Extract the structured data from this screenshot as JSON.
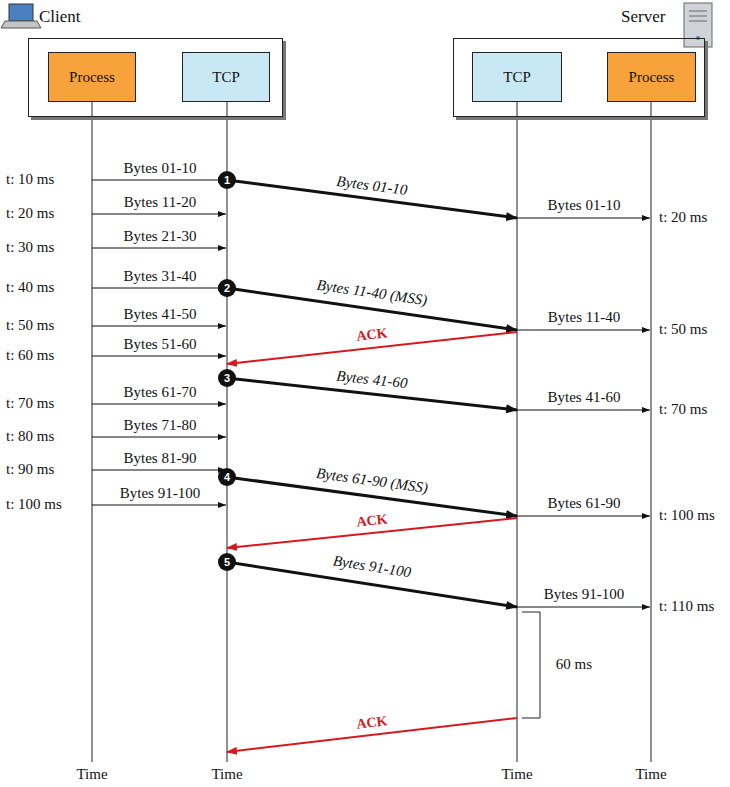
{
  "diagram": {
    "nodes": [
      {
        "text": [
          "Client"
        ]
      },
      {
        "text": [
          "Process"
        ],
        "in": 0
      },
      {
        "text": [
          "TCP"
        ],
        "in": 0
      },
      {
        "text": [
          "Server"
        ]
      },
      {
        "text": [
          "TCP"
        ],
        "in": 3
      },
      {
        "text": [
          "Process"
        ],
        "in": 3
      }
    ],
    "labels": [
      "t: 10 ms",
      "t: 20 ms",
      "t: 30 ms",
      "t: 40 ms",
      "t: 50 ms",
      "t: 60 ms",
      "t: 70 ms",
      "t: 80 ms",
      "t: 90 ms",
      "t: 100 ms",
      "Bytes 01-10",
      "Bytes 11-20",
      "Bytes 21-30",
      "Bytes 31-40",
      "Bytes 41-50",
      "Bytes 51-60",
      "Bytes 61-70",
      "Bytes 71-80",
      "Bytes 81-90",
      "Bytes 91-100",
      "1",
      "2",
      "3",
      "4",
      "5",
      "Bytes 01-10",
      "Bytes 11-40 (MSS)",
      "Bytes 41-60",
      "Bytes 61-90 (MSS)",
      "Bytes 91-100",
      "ACK",
      "ACK",
      "ACK",
      "Bytes 01-10",
      "Bytes 11-40",
      "Bytes 41-60",
      "Bytes 61-90",
      "Bytes 91-100",
      "t: 20 ms",
      "t: 50 ms",
      "t: 70 ms",
      "t: 100 ms",
      "t: 110 ms",
      "60 ms",
      "Time",
      "Time",
      "Time",
      "Time"
    ]
  }
}
